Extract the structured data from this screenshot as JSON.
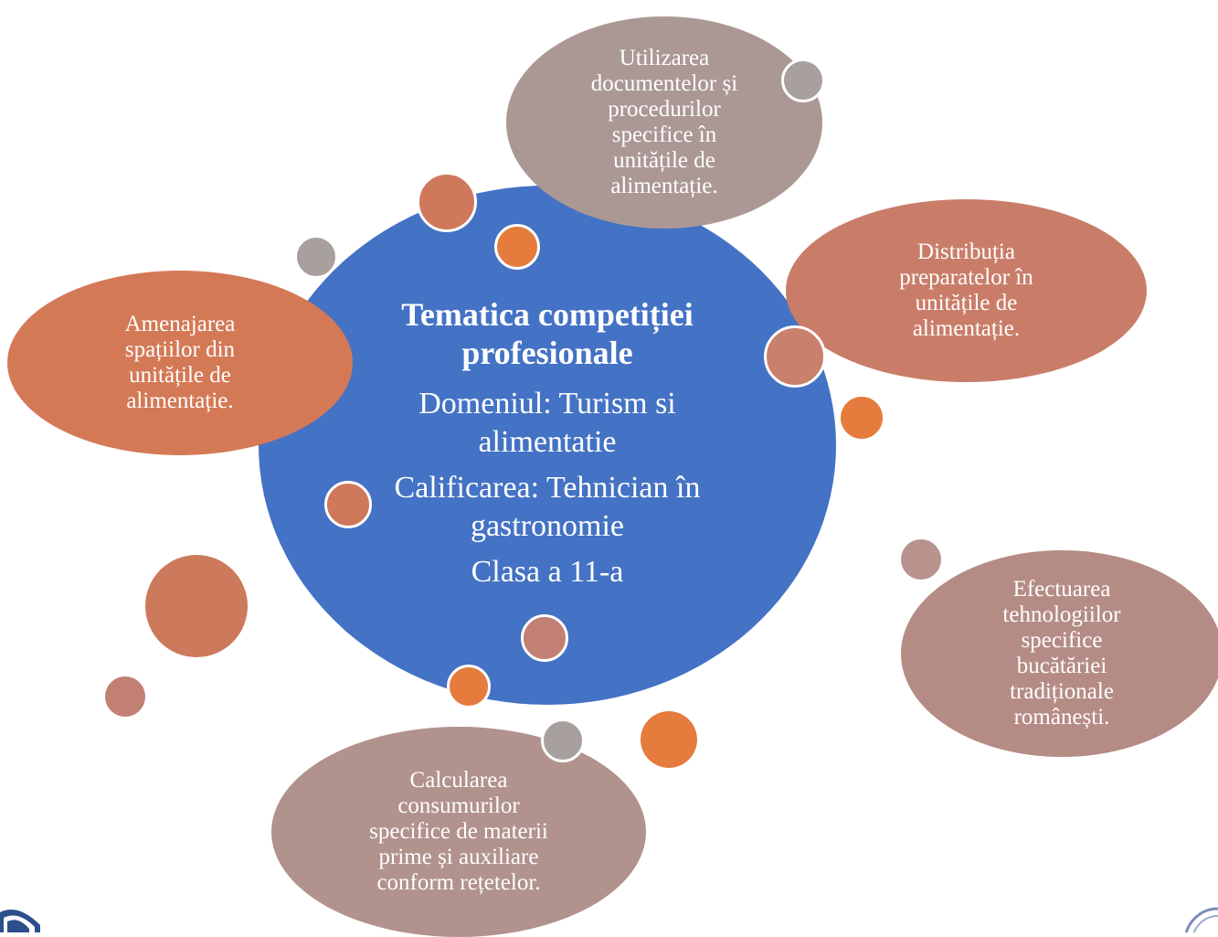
{
  "diagram": {
    "center": {
      "title": "Tematica competiției\nprofesionale",
      "domain": "Domeniul: Turism si\nalimentatie",
      "qualification": "Calificarea: Tehnician în\ngastronomie",
      "class": "Clasa a 11-a"
    },
    "topics": {
      "top": "Utilizarea\ndocumentelor  și\nprocedurilor\nspecifice în\nunitățile de\nalimentație.",
      "left": "Amenajarea\nspațiilor din\nunitățile de\nalimentație.",
      "right": "Distribuția\npreparatelor în\nunitățile de\nalimentație.",
      "bottom_right": "Efectuarea\ntehnologiilor\nspecifice\nbucătăriei\ntradiționale\nromânești.",
      "bottom": "Calcularea\nconsumurilor\nspecifice de materii\nprime și auxiliare\nconform rețetelor."
    },
    "colors": {
      "center": "#4472c4",
      "orange": "#e57b3c",
      "salmon": "#d0785c",
      "rose": "#c27f73",
      "gray": "#a8a09e"
    }
  }
}
